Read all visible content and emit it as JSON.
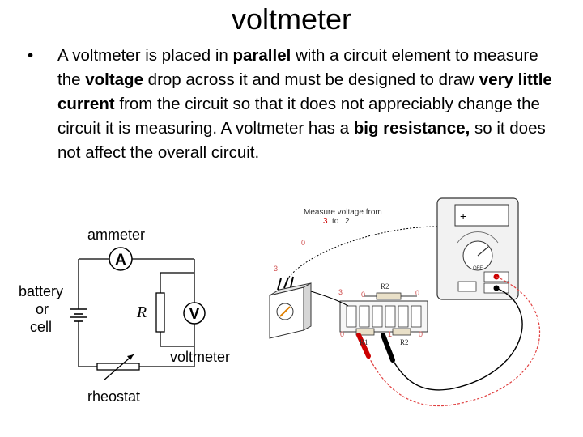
{
  "slide": {
    "title": "voltmeter",
    "bullet_symbol": "•",
    "bullet": [
      {
        "text": "A voltmeter is placed in ",
        "bold": false
      },
      {
        "text": "parallel",
        "bold": true
      },
      {
        "text": " with a circuit element to measure the ",
        "bold": false
      },
      {
        "text": "voltage",
        "bold": true
      },
      {
        "text": " drop across it and must be designed to draw ",
        "bold": false
      },
      {
        "text": "very little current",
        "bold": true
      },
      {
        "text": " from the circuit so that it does not appreciably change the circuit it is measuring. A voltmeter has a ",
        "bold": false
      },
      {
        "text": "big resistance,",
        "bold": true
      },
      {
        "text": " so it does not affect the overall circuit.",
        "bold": false
      }
    ]
  },
  "circuit": {
    "ammeter_label": "ammeter",
    "ammeter_symbol": "A",
    "battery_label_1": "battery",
    "battery_label_2": "or",
    "battery_label_3": "cell",
    "resistor_symbol": "R",
    "voltmeter_symbol": "V",
    "voltmeter_label": "voltmeter",
    "rheostat_label": "rheostat"
  },
  "apparatus": {
    "caption_line1": "Measure voltage from",
    "caption_from": "3",
    "caption_to_word": "to",
    "caption_to": "2",
    "meter_plus": "+",
    "meter_off": "OFF",
    "node_labels": [
      "0",
      "3",
      "3",
      "0",
      "0",
      "1",
      "0",
      "0"
    ],
    "r2_label": "R2",
    "r2_bottom": "R2",
    "r1_bottom": "R1",
    "accent_red": "#cc0000",
    "wire_red": "#e04040"
  }
}
